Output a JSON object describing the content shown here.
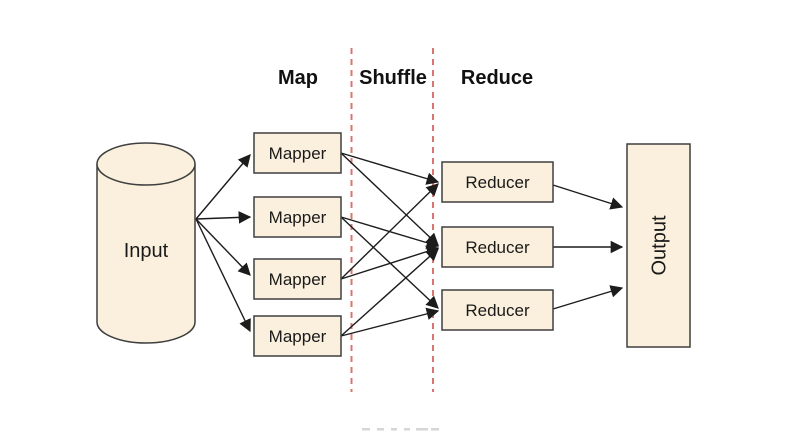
{
  "diagram": {
    "type": "mapreduce-flow",
    "phases": {
      "map": {
        "label": "Map"
      },
      "shuffle": {
        "label": "Shuffle"
      },
      "reduce": {
        "label": "Reduce"
      }
    },
    "nodes": {
      "input": {
        "label": "Input",
        "shape": "cylinder"
      },
      "mappers": [
        {
          "label": "Mapper"
        },
        {
          "label": "Mapper"
        },
        {
          "label": "Mapper"
        },
        {
          "label": "Mapper"
        }
      ],
      "reducers": [
        {
          "label": "Reducer"
        },
        {
          "label": "Reducer"
        },
        {
          "label": "Reducer"
        }
      ],
      "output": {
        "label": "Output",
        "shape": "rectangle",
        "text_rotation_deg": -90
      }
    },
    "edges": [
      {
        "from": "input",
        "to": "mapper-1"
      },
      {
        "from": "input",
        "to": "mapper-2"
      },
      {
        "from": "input",
        "to": "mapper-3"
      },
      {
        "from": "input",
        "to": "mapper-4"
      },
      {
        "from": "mapper-1",
        "to": "reducer-1"
      },
      {
        "from": "mapper-1",
        "to": "reducer-2"
      },
      {
        "from": "mapper-2",
        "to": "reducer-2"
      },
      {
        "from": "mapper-2",
        "to": "reducer-3"
      },
      {
        "from": "mapper-3",
        "to": "reducer-1"
      },
      {
        "from": "mapper-3",
        "to": "reducer-2"
      },
      {
        "from": "mapper-4",
        "to": "reducer-2"
      },
      {
        "from": "mapper-4",
        "to": "reducer-3"
      },
      {
        "from": "reducer-1",
        "to": "output"
      },
      {
        "from": "reducer-2",
        "to": "output"
      },
      {
        "from": "reducer-3",
        "to": "output"
      }
    ],
    "colors": {
      "background": "#ffffff",
      "node_fill": "#faf0dd",
      "node_border": "#3f3f3f",
      "arrow": "#1c1c1c",
      "divider_dashed": "#d9766f",
      "label_text": "#1a1a1a"
    }
  }
}
